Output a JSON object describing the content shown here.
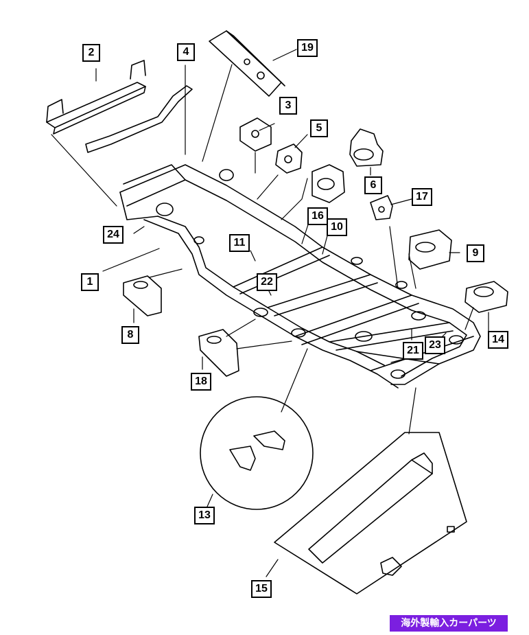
{
  "callouts": {
    "c1": "1",
    "c2": "2",
    "c3": "3",
    "c4": "4",
    "c5": "5",
    "c6": "6",
    "c8": "8",
    "c9": "9",
    "c10": "10",
    "c11": "11",
    "c13": "13",
    "c14": "14",
    "c15": "15",
    "c16": "16",
    "c17": "17",
    "c18": "18",
    "c19": "19",
    "c21": "21",
    "c22": "22",
    "c23": "23",
    "c24": "24"
  },
  "watermark": "海外製輸入カーパーツ",
  "colors": {
    "line": "#000000",
    "background": "#ffffff",
    "watermark_bg": "#7b1fe0",
    "watermark_text": "#ffffff"
  }
}
